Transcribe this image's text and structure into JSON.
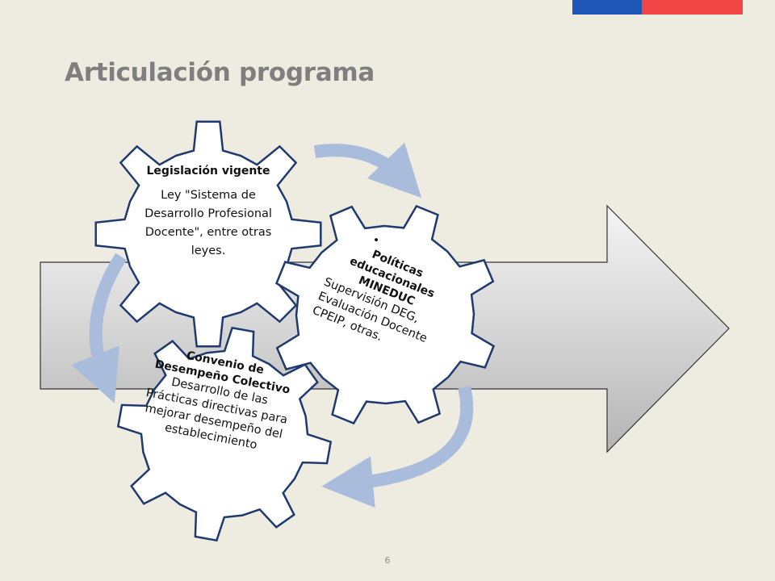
{
  "slide": {
    "title": "Articulación programa",
    "page_number": "6"
  },
  "gears": [
    {
      "heading": "Legislación vigente",
      "body": "Ley \"Sistema de Desarrollo Profesional Docente\", entre otras leyes."
    },
    {
      "bullet": "•",
      "heading": "Políticas educacionales MINEDUC",
      "body": "Supervisión DEG, Evaluación Docente CPEIP, otras."
    },
    {
      "heading": "Convenio de Desempeño Colectivo",
      "body": "Desarrollo de las Prácticas directivas para mejorar desempeño del establecimiento"
    }
  ],
  "colors": {
    "background": "#eeece1",
    "title": "#7f7f7f",
    "gear_fill": "#ffffff",
    "gear_stroke": "#1f3a6e",
    "cycle_arrow": "#a9bcdb",
    "flag_blue": "#1f57b8",
    "flag_red": "#f24646"
  }
}
